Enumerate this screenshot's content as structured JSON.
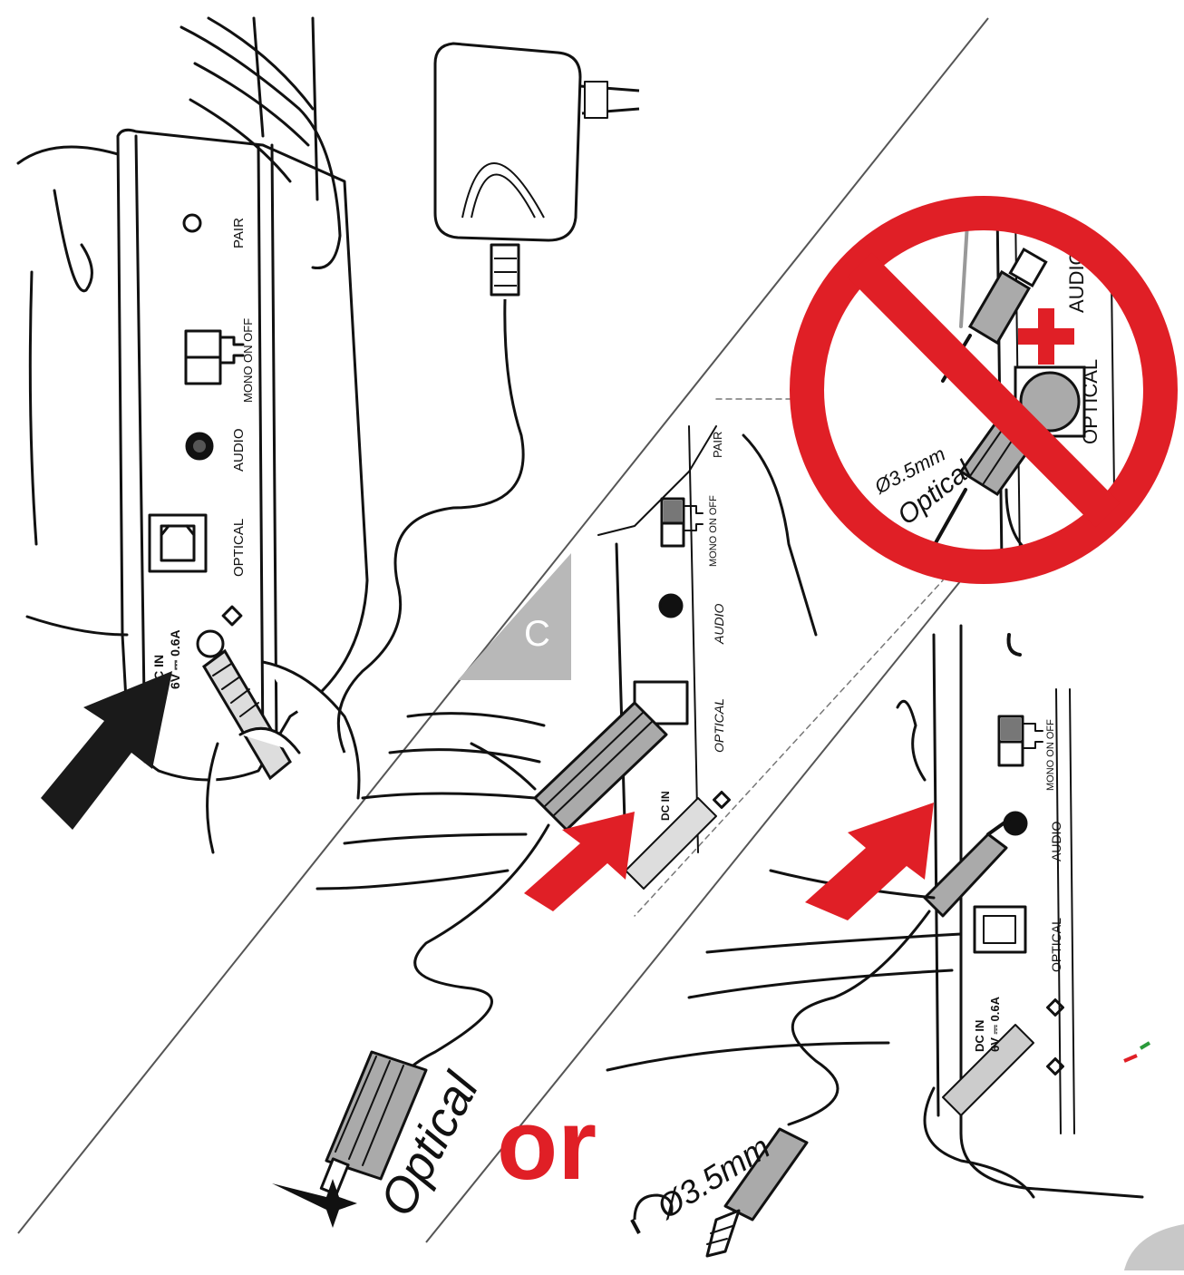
{
  "labels": {
    "pair": "PAIR",
    "mono_switch": "MONO ON  OFF",
    "audio": "AUDIO",
    "optical": "OPTICAL",
    "dc_in_line1": "DC IN",
    "dc_in_line2": "6V ⎓ 0.6A",
    "step_letter": "C",
    "or_word": "or",
    "optical_cable": "Optical",
    "jack_size": "Ø3.5mm",
    "plus_sign": "+"
  },
  "colors": {
    "line": "#111111",
    "red": "#e01f26",
    "grey": "#b8b8b8",
    "arrow_dark": "#1a1a1a"
  },
  "icons": [
    "prohibited-icon",
    "headphone-icon",
    "sparkle-icon",
    "polarity-icon"
  ]
}
